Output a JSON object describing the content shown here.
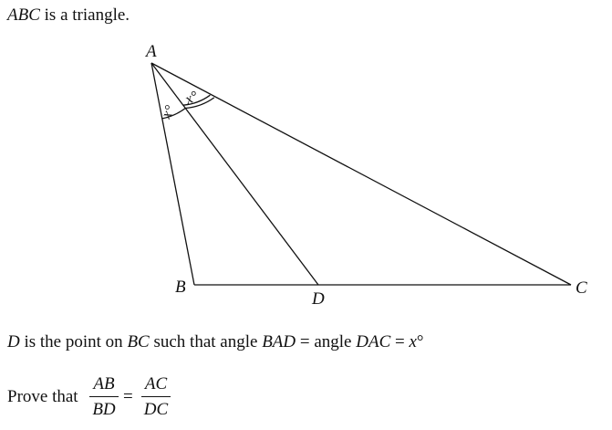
{
  "intro": {
    "triangle_name": "ABC",
    "rest": " is a triangle."
  },
  "diagram": {
    "labels": {
      "A": "A",
      "B": "B",
      "C": "C",
      "D": "D"
    },
    "angle_label_left": "x°",
    "angle_label_right": "x°"
  },
  "statement": {
    "p1": "D",
    "p2": " is the point on ",
    "p3": "BC",
    "p4": " such that angle ",
    "p5": "BAD",
    "p6": " = angle ",
    "p7": "DAC",
    "p8": " = ",
    "p9": "x",
    "p10": "°"
  },
  "prove": {
    "label": "Prove that",
    "left_num": "AB",
    "left_den": "BD",
    "equals": "=",
    "right_num": "AC",
    "right_den": "DC"
  }
}
